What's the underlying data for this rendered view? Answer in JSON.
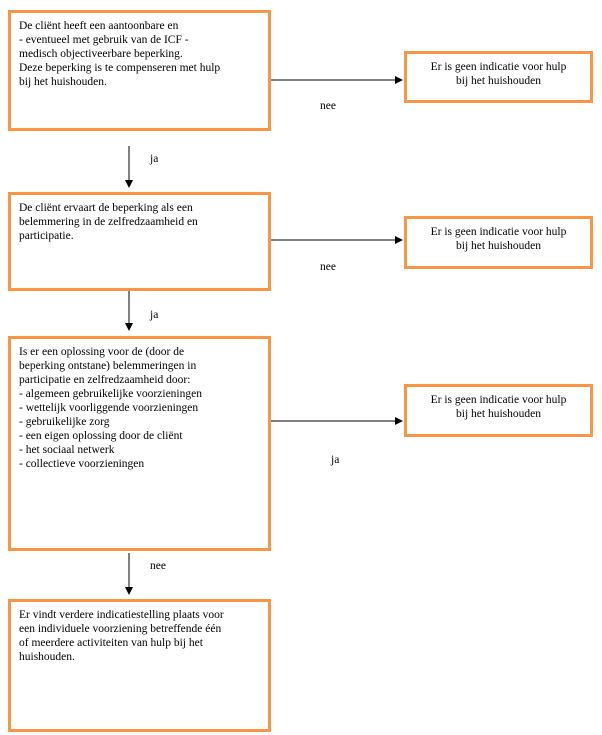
{
  "boxes": [
    {
      "lines": [
        "De cliënt heeft een aantoonbare en",
        "- eventueel met gebruik van de ICF -",
        "medisch objectiveerbare beperking.",
        "Deze beperking is te compenseren met hulp",
        "bij het huishouden."
      ]
    },
    {
      "lines": [
        "De cliënt ervaart de beperking als een",
        "belemmering in de zelfredzaamheid en",
        "participatie."
      ]
    },
    {
      "lines": [
        "Is er een oplossing voor de (door de",
        "beperking ontstane) belemmeringen in",
        "participatie en zelfredzaamheid door:",
        "- algemeen gebruikelijke voorzieningen",
        "- wettelijk voorliggende voorzieningen",
        "- gebruikelijke zorg",
        "- een eigen oplossing door de cliënt",
        "- het sociaal netwerk",
        "- collectieve voorzieningen"
      ]
    },
    {
      "lines": [
        "Er vindt verdere indicatiestelling plaats voor",
        "een individuele voorziening betreffende één",
        "of meerdere activiteiten van hulp bij het",
        "huishouden."
      ]
    }
  ],
  "outcomes": [
    {
      "lines": [
        "Er is geen indicatie voor hulp",
        "bij het huishouden"
      ]
    },
    {
      "lines": [
        "Er is geen indicatie voor hulp",
        "bij het huishouden"
      ]
    },
    {
      "lines": [
        "Er is geen indicatie voor hulp",
        "bij het huishouden"
      ]
    }
  ],
  "labels": {
    "right_1": "nee",
    "down_1": "ja",
    "right_2": "nee",
    "down_2": "ja",
    "right_3": "ja",
    "down_3": "nee"
  }
}
